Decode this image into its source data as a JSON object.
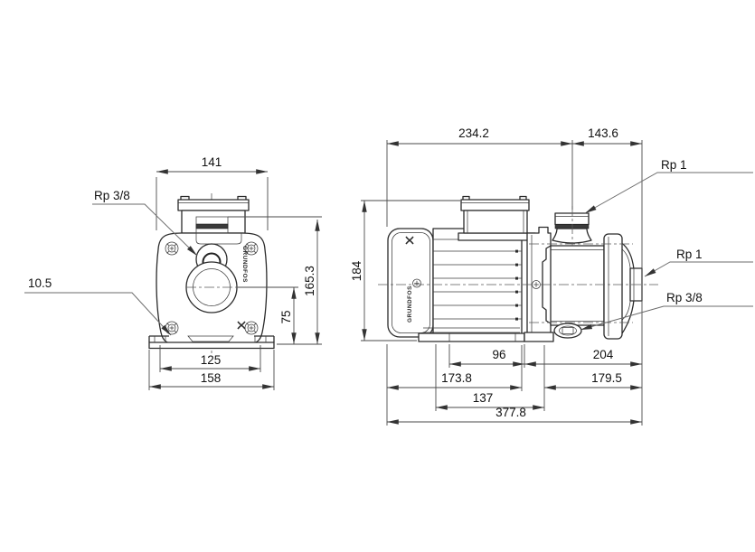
{
  "drawing": {
    "front_view": {
      "dim_width": "141",
      "dim_overall_height": "165.3",
      "dim_port_center_height": "75",
      "dim_foot_slot_span": "125",
      "dim_base_width": "158",
      "dim_foot_hole": "10.5",
      "gauge_port_label": "Rp 3/8",
      "brand": "GRUNDFOS"
    },
    "side_view": {
      "dim_motor_section_length": "234.2",
      "dim_pump_section_length": "143.6",
      "dim_overall_height": "184",
      "dim_foot_slot_span": "96",
      "dim_foot_to_port_face": "204",
      "dim_motor_face_to_flange": "173.8",
      "dim_flange_to_port_face": "179.5",
      "dim_foot_length": "137",
      "dim_overall_length": "377.8",
      "discharge_port_label": "Rp 1",
      "suction_port_label": "Rp 1",
      "drain_port_label": "Rp 3/8",
      "brand": "GRUNDFOS"
    }
  }
}
